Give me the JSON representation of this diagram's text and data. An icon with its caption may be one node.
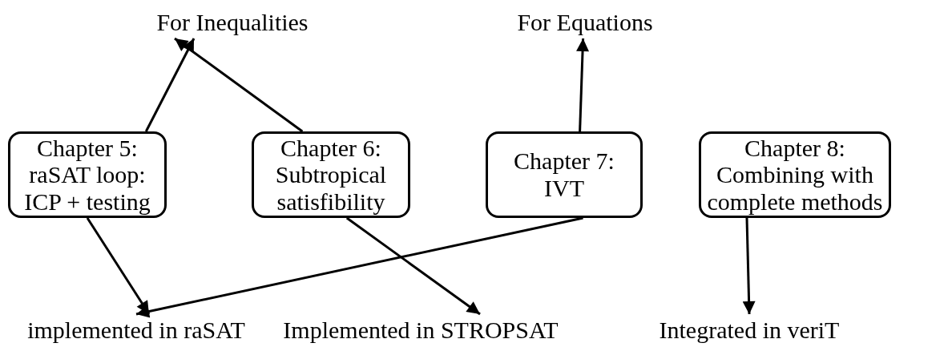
{
  "diagram": {
    "nodes": [
      {
        "text": [
          "For Inequalities"
        ]
      },
      {
        "text": [
          "For Equations"
        ]
      },
      {
        "text": [
          "Chapter 5: raSAT loop: ICP + testing"
        ]
      },
      {
        "text": [
          "Chapter 6: Subtropical satisfibility"
        ]
      },
      {
        "text": [
          "Chapter 7: IVT"
        ]
      },
      {
        "text": [
          "Chapter 8: Combining with complete methods"
        ]
      },
      {
        "text": [
          "implemented in raSAT"
        ]
      },
      {
        "text": [
          "Implemented in STROPSAT"
        ]
      },
      {
        "text": [
          "Integrated in veriT"
        ]
      }
    ],
    "edges": [
      {
        "from": 2,
        "to": 0,
        "arrow": "to"
      },
      {
        "from": 3,
        "to": 0,
        "arrow": "to"
      },
      {
        "from": 4,
        "to": 1,
        "arrow": "to"
      },
      {
        "from": 2,
        "to": 6,
        "arrow": "to"
      },
      {
        "from": 4,
        "to": 6,
        "arrow": "to"
      },
      {
        "from": 3,
        "to": 7,
        "arrow": "to"
      },
      {
        "from": 5,
        "to": 8,
        "arrow": "to"
      }
    ]
  }
}
